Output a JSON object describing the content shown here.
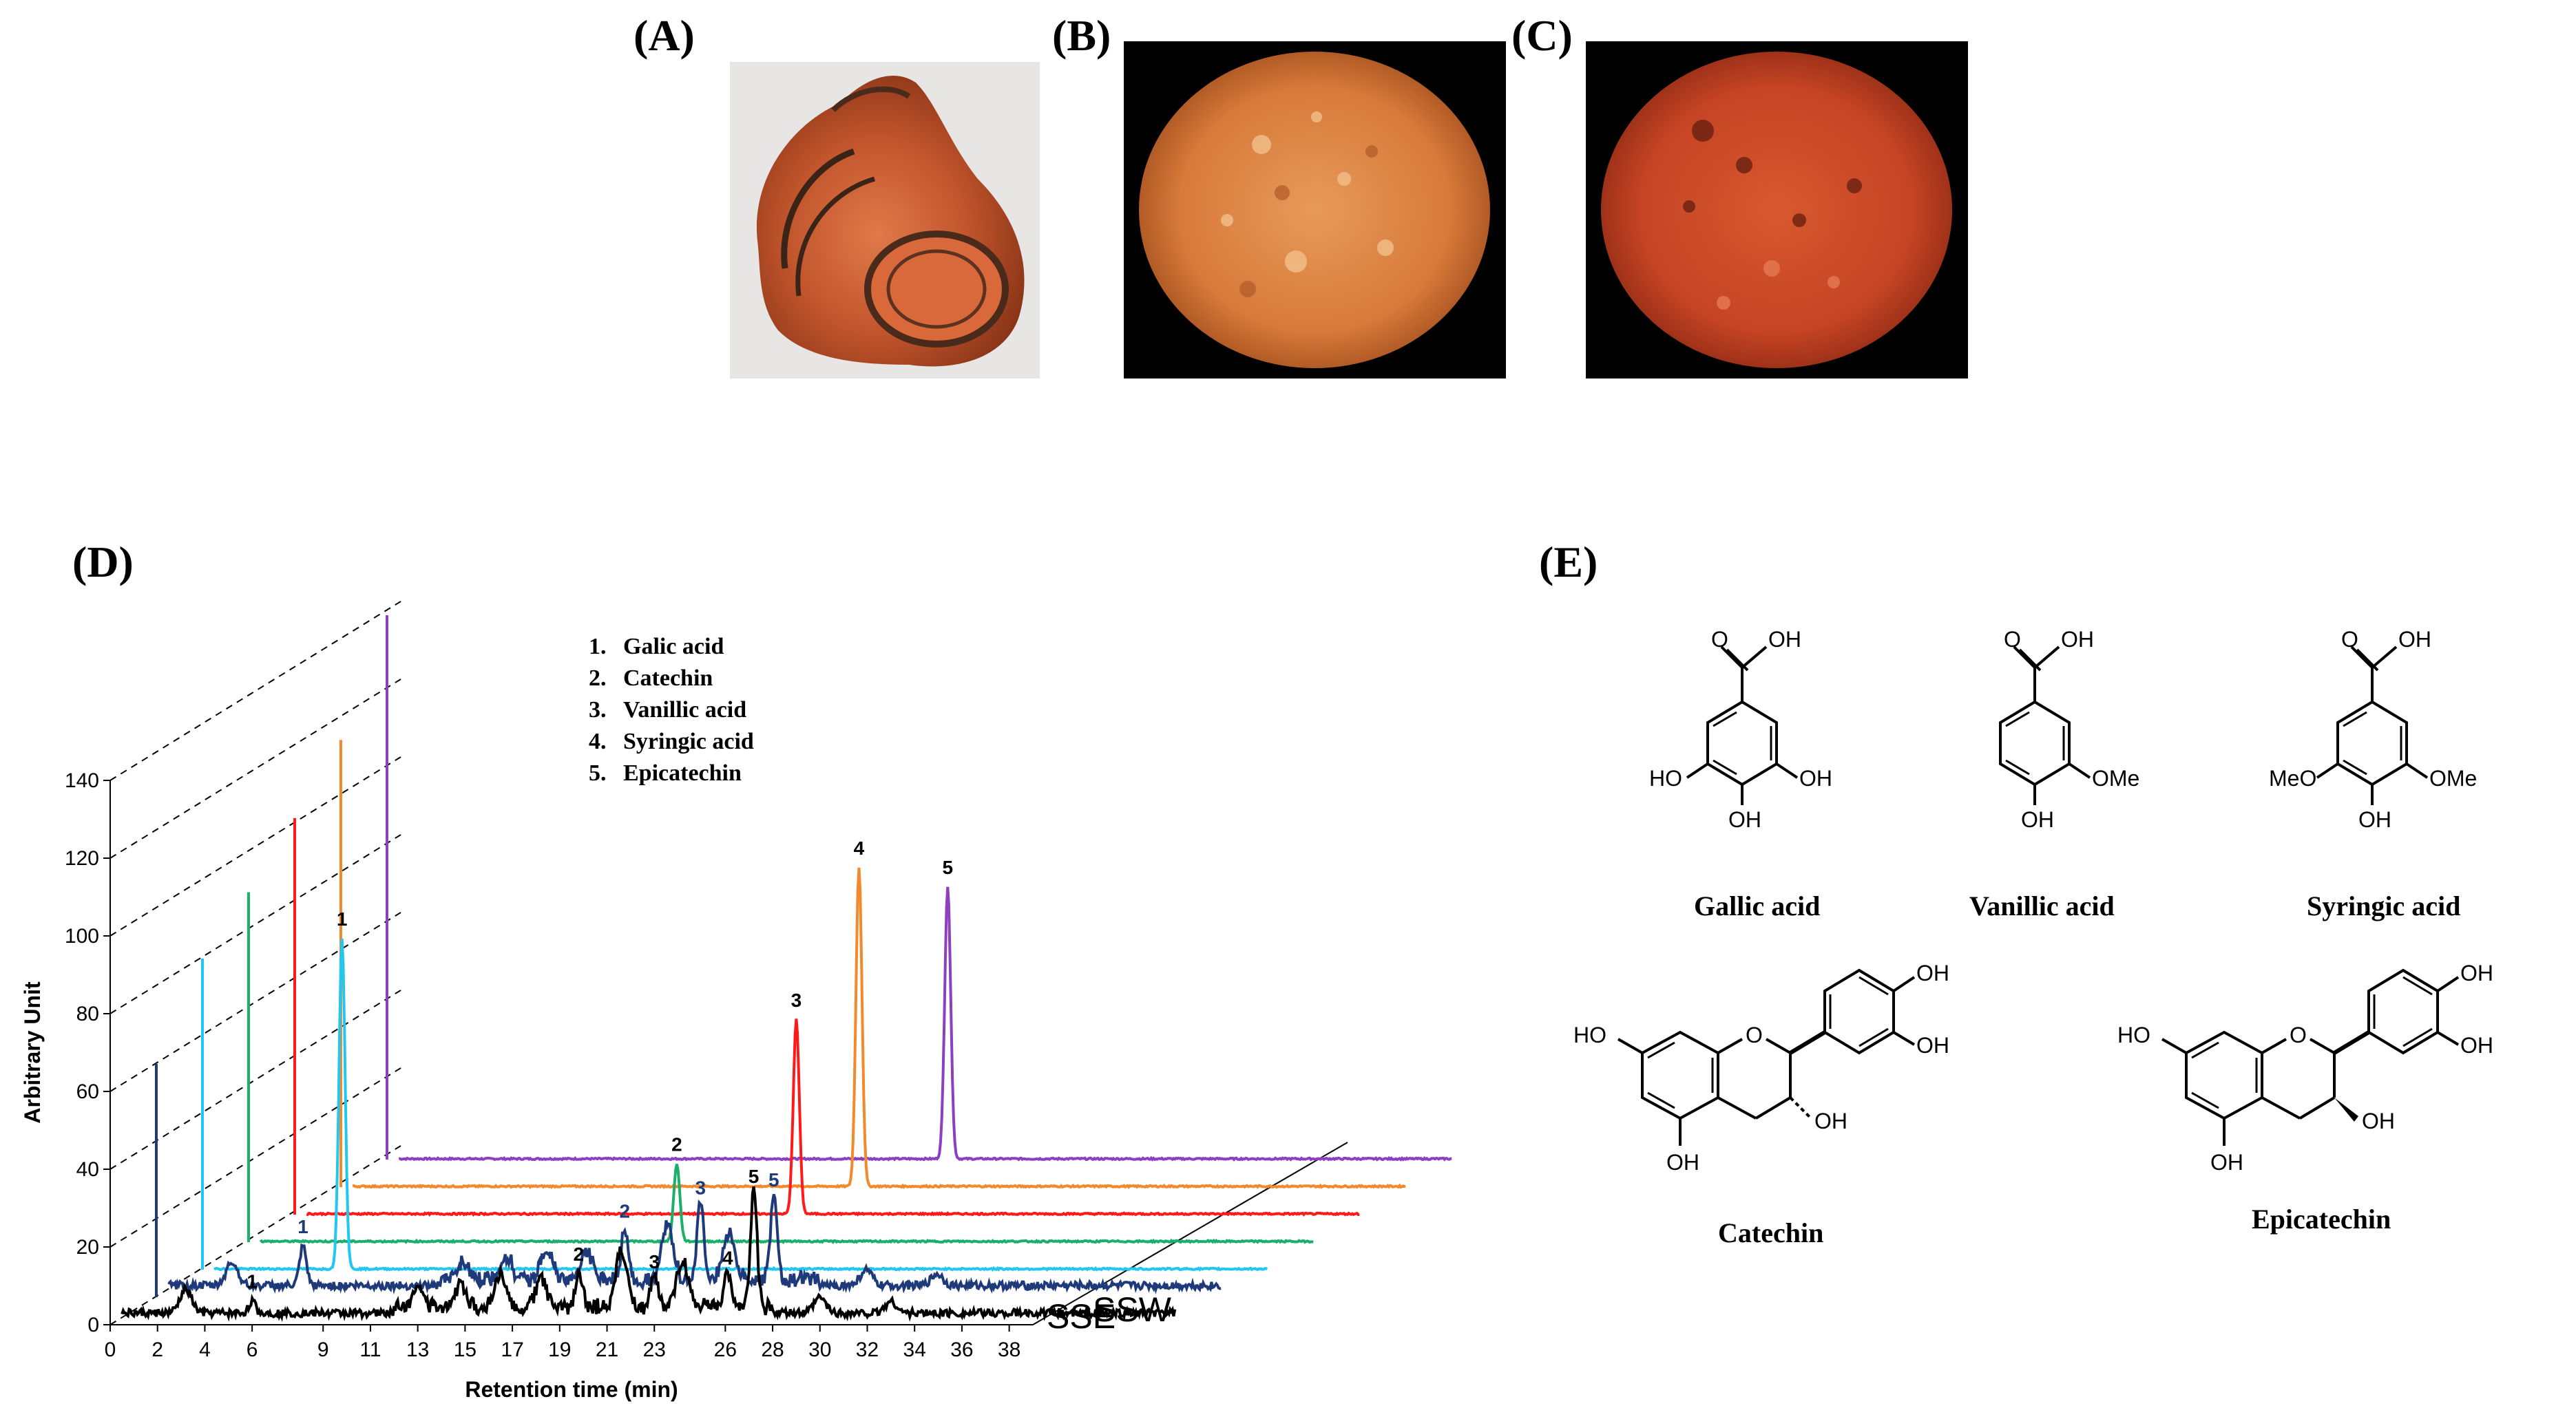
{
  "panels": {
    "a": {
      "label": "(A)"
    },
    "b": {
      "label": "(B)"
    },
    "c": {
      "label": "(C)"
    },
    "d": {
      "label": "(D)"
    },
    "e": {
      "label": "(E)"
    }
  },
  "legend": [
    {
      "num": "1.",
      "name": "Galic acid"
    },
    {
      "num": "2.",
      "name": "Catechin"
    },
    {
      "num": "3.",
      "name": "Vanillic acid"
    },
    {
      "num": "4.",
      "name": "Syringic acid"
    },
    {
      "num": "5.",
      "name": "Epicatechin"
    }
  ],
  "trace_names": {
    "ssw": "SSW",
    "sse": "SSE"
  },
  "compounds": {
    "gallic": {
      "name": "Gallic acid",
      "atoms": {
        "oh_top": "OH",
        "o_top": "O",
        "oh_left": "HO",
        "oh_right": "OH",
        "oh_bottom": "OH"
      }
    },
    "vanillic": {
      "name": "Vanillic acid",
      "atoms": {
        "oh_top": "OH",
        "o_top": "O",
        "ome_right": "OMe",
        "oh_bottom": "OH"
      }
    },
    "syringic": {
      "name": "Syringic acid",
      "atoms": {
        "oh_top": "OH",
        "o_top": "O",
        "ome_left": "MeO",
        "ome_right": "OMe",
        "oh_bottom": "OH"
      }
    },
    "catechin": {
      "name": "Catechin",
      "atoms": {
        "ho": "HO",
        "o": "O",
        "oh_a": "OH",
        "oh_b": "OH",
        "oh_c": "OH",
        "oh_d": "OH"
      }
    },
    "epicatechin": {
      "name": "Epicatechin",
      "atoms": {
        "ho": "HO",
        "o": "O",
        "oh_a": "OH",
        "oh_b": "OH",
        "oh_c": "OH",
        "oh_d": "OH"
      }
    }
  },
  "chart_data": {
    "type": "line",
    "xlabel": "Retention time (min)",
    "ylabel": "Arbitrary Unit",
    "xlim": [
      0,
      39
    ],
    "ylim": [
      0,
      140
    ],
    "x_ticks": [
      "0",
      "2",
      "4",
      "6",
      "9",
      "11",
      "13",
      "15",
      "17",
      "19",
      "21",
      "23",
      "26",
      "28",
      "30",
      "32",
      "34",
      "36",
      "38"
    ],
    "y_ticks": [
      "0",
      "20",
      "40",
      "60",
      "80",
      "100",
      "120",
      "140"
    ],
    "series": [
      {
        "name": "SSE",
        "color": "#000000",
        "peaks": [
          {
            "label": "1",
            "x": 6.0,
            "y": 3
          },
          {
            "label": "2",
            "x": 19.8,
            "y": 10
          },
          {
            "label": "3",
            "x": 23.0,
            "y": 8
          },
          {
            "label": "4",
            "x": 26.1,
            "y": 9
          },
          {
            "label": "5",
            "x": 27.2,
            "y": 30
          }
        ]
      },
      {
        "name": "SSW",
        "color": "#1f3a7a",
        "peaks": [
          {
            "label": "1",
            "x": 6.2,
            "y": 10
          },
          {
            "label": "2",
            "x": 19.8,
            "y": 14
          },
          {
            "label": "3",
            "x": 23.0,
            "y": 20
          },
          {
            "label": "5",
            "x": 26.1,
            "y": 22
          }
        ]
      },
      {
        "color": "#22c7f0",
        "peaks": [
          {
            "label": "1",
            "x": 5.9,
            "y": 85
          }
        ]
      },
      {
        "color": "#1bb06a",
        "peaks": [
          {
            "label": "2",
            "x": 18.1,
            "y": 20
          }
        ]
      },
      {
        "color": "#ff1a1a",
        "peaks": [
          {
            "label": "3",
            "x": 21.2,
            "y": 50
          }
        ]
      },
      {
        "color": "#f4892c",
        "peaks": [
          {
            "label": "4",
            "x": 21.9,
            "y": 82
          }
        ]
      },
      {
        "color": "#8e3fbf",
        "peaks": [
          {
            "label": "5",
            "x": 23.7,
            "y": 70
          }
        ]
      }
    ]
  }
}
